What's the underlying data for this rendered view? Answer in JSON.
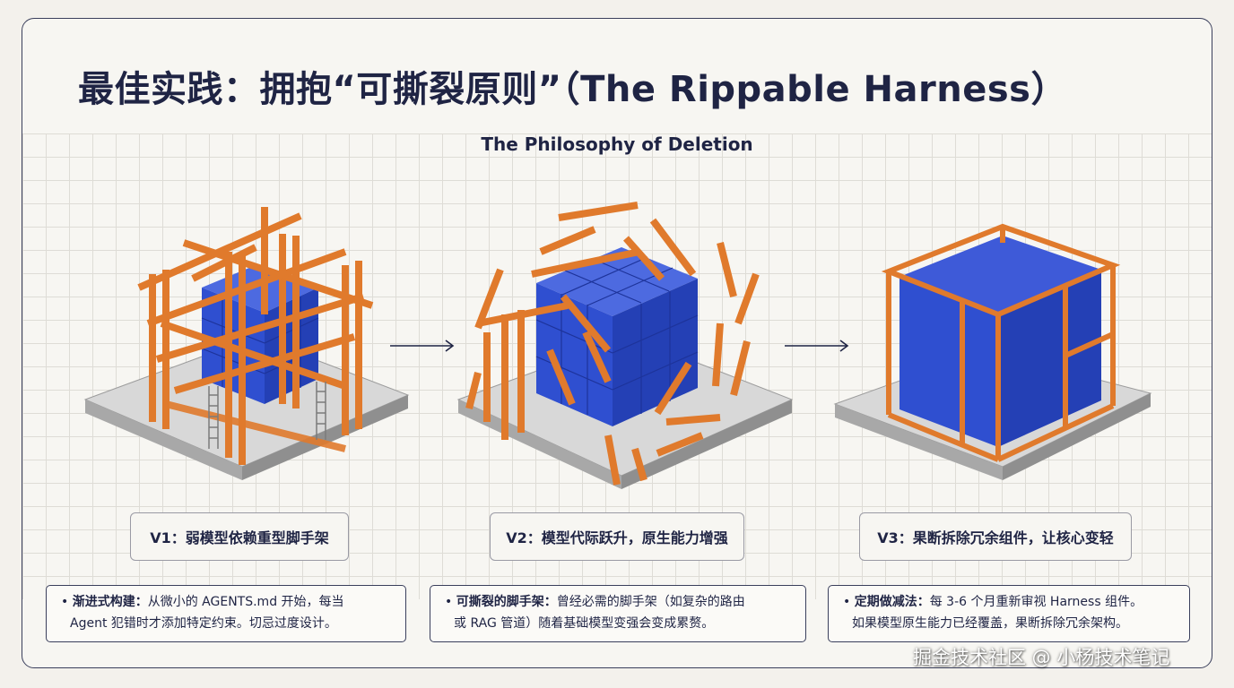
{
  "title": "最佳实践：拥抱“可撕裂原则”（The Rippable Harness）",
  "subtitle": "The Philosophy of Deletion",
  "stages": [
    {
      "label": "V1：弱模型依赖重型脚手架"
    },
    {
      "label": "V2：模型代际跃升，原生能力增强"
    },
    {
      "label": "V3：果断拆除冗余组件，让核心变轻"
    }
  ],
  "notes": [
    {
      "heading": "渐进式构建：",
      "line1": "从微小的 AGENTS.md 开始，每当",
      "line2": "Agent 犯错时才添加特定约束。切忌过度设计。"
    },
    {
      "heading": "可撕裂的脚手架：",
      "line1": "曾经必需的脚手架（如复杂的路由",
      "line2": "或 RAG 管道）随着基础模型变强会变成累赘。"
    },
    {
      "heading": "定期做减法：",
      "line1": "每 3-6 个月重新审视 Harness 组件。",
      "line2": "如果模型原生能力已经覆盖，果断拆除冗余架构。"
    }
  ],
  "watermark": "掘金技术社区 @ 小杨技术笔记",
  "colors": {
    "accent_orange": "#e07a2c",
    "cube_blue": "#2f4fd0",
    "ink": "#1f2444"
  }
}
